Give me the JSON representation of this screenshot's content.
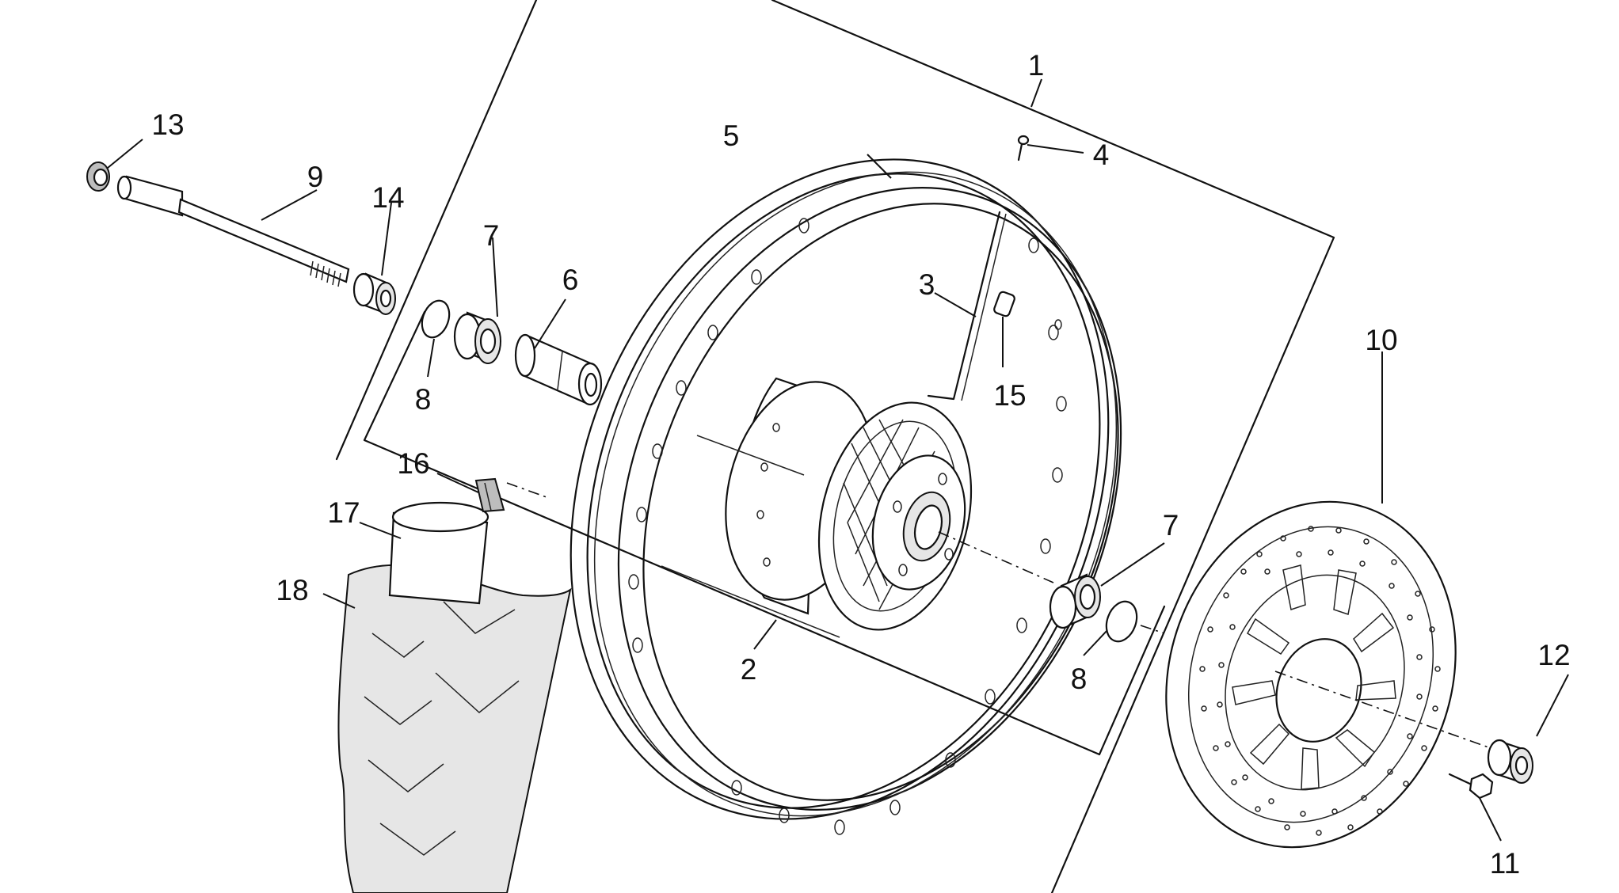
{
  "callouts": {
    "c1": "1",
    "c2": "2",
    "c3": "3",
    "c4": "4",
    "c5": "5",
    "c6": "6",
    "c7a": "7",
    "c7b": "7",
    "c8a": "8",
    "c8b": "8",
    "c9": "9",
    "c10": "10",
    "c11": "11",
    "c12": "12",
    "c13": "13",
    "c14": "14",
    "c15": "15",
    "c16": "16",
    "c17": "17",
    "c18": "18"
  },
  "parts": [
    {
      "callout": "1",
      "name": "wheel-assembly"
    },
    {
      "callout": "2",
      "name": "hub"
    },
    {
      "callout": "3",
      "name": "spoke"
    },
    {
      "callout": "4",
      "name": "screw"
    },
    {
      "callout": "5",
      "name": "rim"
    },
    {
      "callout": "6",
      "name": "spacer-sleeve"
    },
    {
      "callout": "7",
      "name": "bearing"
    },
    {
      "callout": "8",
      "name": "circlip"
    },
    {
      "callout": "9",
      "name": "wheel-axle"
    },
    {
      "callout": "10",
      "name": "brake-disc"
    },
    {
      "callout": "11",
      "name": "disc-screw"
    },
    {
      "callout": "12",
      "name": "spacer"
    },
    {
      "callout": "13",
      "name": "axle-nut"
    },
    {
      "callout": "14",
      "name": "spacer"
    },
    {
      "callout": "15",
      "name": "valve-nipple"
    },
    {
      "callout": "16",
      "name": "rim-band"
    },
    {
      "callout": "17",
      "name": "inner-tube"
    },
    {
      "callout": "18",
      "name": "tyre"
    }
  ]
}
